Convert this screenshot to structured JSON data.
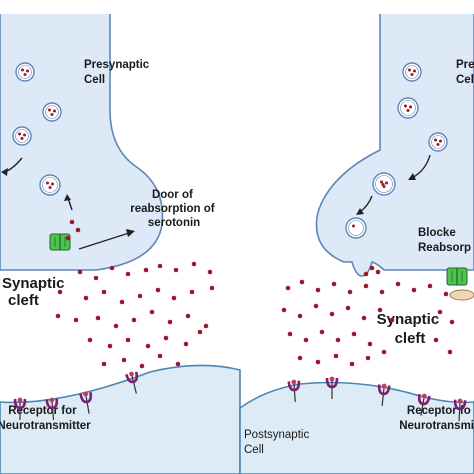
{
  "left_panel": {
    "presynaptic_line1": "Presynaptic",
    "presynaptic_line2": "Cell",
    "door_line1": "Door of",
    "door_line2": "reabsorption of",
    "door_line3": "serotonin",
    "synaptic_line1": "Synaptic",
    "synaptic_line2": "cleft",
    "receptor_line1": "Receptor for",
    "receptor_line2": "Neurotransmitter"
  },
  "right_panel": {
    "presynaptic_line1": "Pres",
    "presynaptic_line2": "Cell",
    "blocked_line1": "Blocke",
    "blocked_line2": "Reabsorp",
    "synaptic_line1": "Synaptic",
    "synaptic_line2": "cleft",
    "receptor_line1": "Receptor fo",
    "receptor_line2": "Neurotransmi",
    "postsynaptic_line1": "Postsynaptic",
    "postsynaptic_line2": "Cell"
  },
  "colors": {
    "cell_fill": "#dde9f6",
    "cell_stroke": "#5f86b8",
    "post_fill": "#dcebf5",
    "post_stroke": "#4a86b5",
    "neurotransmitter": "#9a1a2c",
    "receptor": "#7b1f6e",
    "transporter": "#4fc24f",
    "blocker": "#efd7b3"
  }
}
